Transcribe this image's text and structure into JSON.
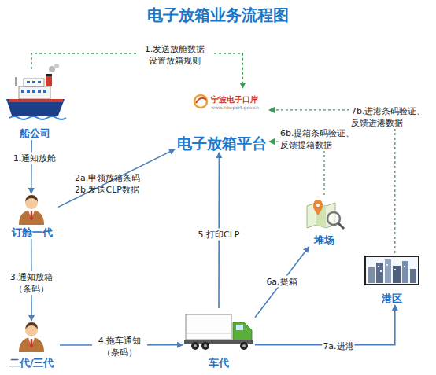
{
  "diagram": {
    "title": "电子放箱业务流程图",
    "nodes": [
      {
        "text": [
          "船公司"
        ]
      },
      {
        "text": [
          "电子放箱平台"
        ]
      },
      {
        "text": [
          "订舱一代"
        ]
      },
      {
        "text": [
          "二代/三代"
        ]
      },
      {
        "text": [
          "车代"
        ]
      },
      {
        "text": [
          "堆场"
        ]
      },
      {
        "text": [
          "港区"
        ]
      }
    ],
    "edges": [
      {
        "from": 0,
        "to": 1,
        "label": "1.发送放舱数据 设置放箱规则",
        "arrow": "to"
      },
      {
        "from": 0,
        "to": 2,
        "label": "1.通知放舱",
        "arrow": "to"
      },
      {
        "from": 2,
        "to": 1,
        "label": "2a.申领放箱条码 2b.发送CLP数据",
        "arrow": "to"
      },
      {
        "from": 2,
        "to": 3,
        "label": "3.通知放箱 （条码）",
        "arrow": "to"
      },
      {
        "from": 3,
        "to": 4,
        "label": "4.拖车通知 （条码）",
        "arrow": "to"
      },
      {
        "from": 4,
        "to": 1,
        "label": "5.打印CLP",
        "arrow": "to"
      },
      {
        "from": 4,
        "to": 5,
        "label": "6a.提箱",
        "arrow": "to"
      },
      {
        "from": 5,
        "to": 1,
        "label": "6b.提箱条码验证、 反馈提箱数据",
        "arrow": "to"
      },
      {
        "from": 4,
        "to": 6,
        "label": "7a.进港",
        "arrow": "to"
      },
      {
        "from": 6,
        "to": 1,
        "label": "7b.进港条码验证、 反馈进港数据",
        "arrow": "to"
      }
    ],
    "labels": [
      "宁波电子口岸",
      "www.nbeport.gov.cn"
    ]
  }
}
